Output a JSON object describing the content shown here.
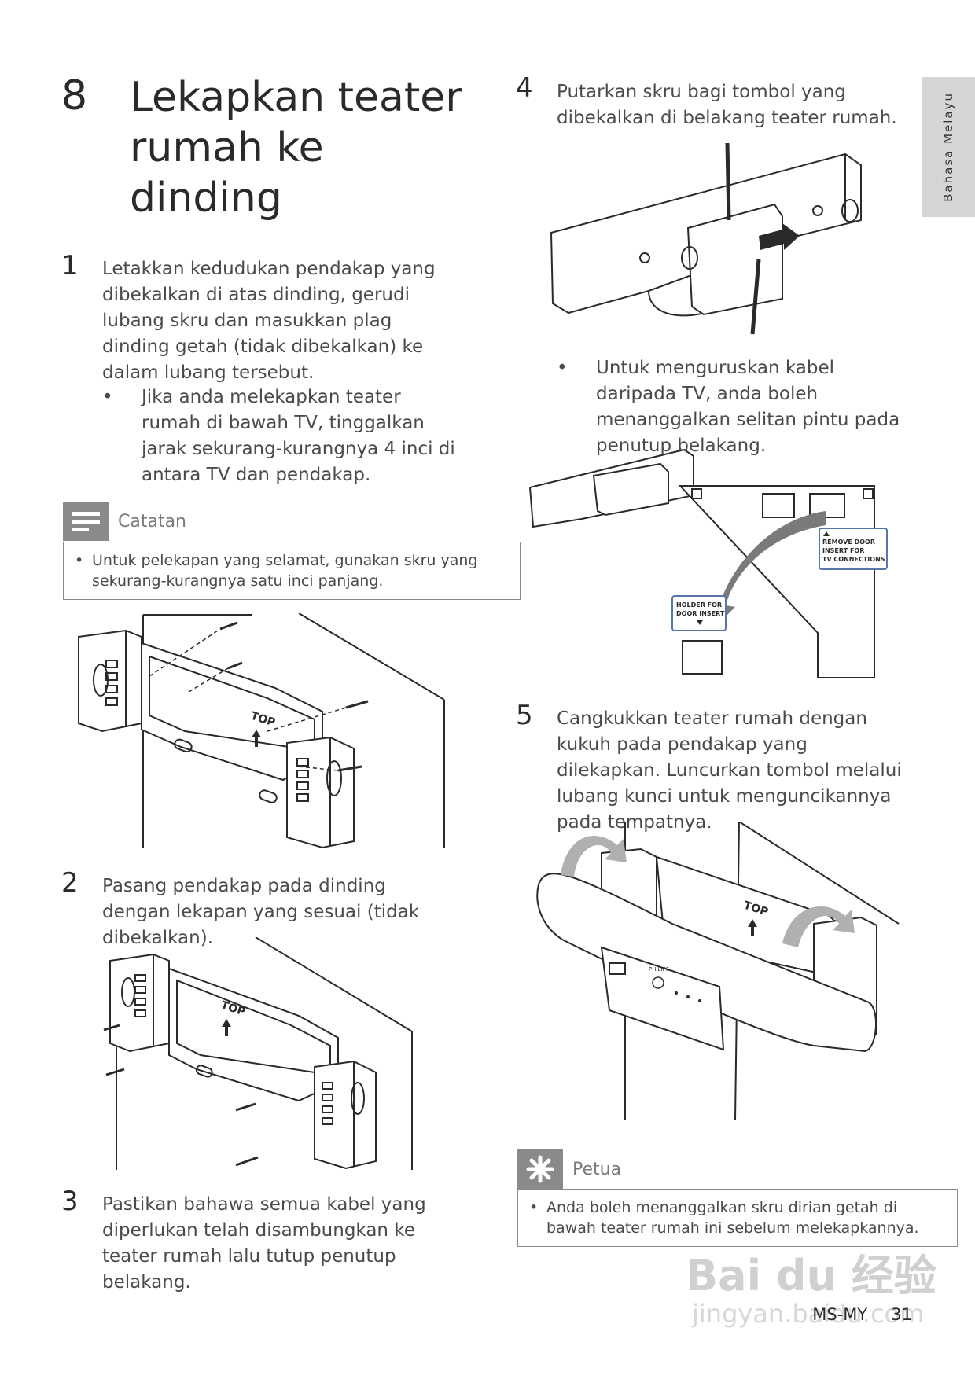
{
  "chapter": {
    "number": "8",
    "title": "Lekapkan teater rumah ke dinding"
  },
  "side_tab": "Bahasa Melayu",
  "steps": [
    {
      "num": "1",
      "text": "Letakkan kedudukan pendakap yang dibekalkan di atas dinding, gerudi lubang skru dan masukkan plag dinding getah (tidak dibekalkan) ke dalam lubang tersebut.",
      "bullet": "Jika anda melekapkan teater rumah di bawah TV, tinggalkan jarak sekurang-kurangnya 4 inci di antara TV dan pendakap."
    },
    {
      "num": "2",
      "text": "Pasang pendakap pada dinding dengan lekapan yang sesuai (tidak dibekalkan)."
    },
    {
      "num": "3",
      "text": "Pastikan bahawa semua kabel yang diperlukan telah disambungkan ke teater rumah lalu tutup penutup belakang."
    },
    {
      "num": "4",
      "text": "Putarkan skru bagi tombol yang dibekalkan di belakang teater rumah.",
      "bullet": "Untuk menguruskan kabel daripada TV, anda boleh menanggalkan selitan pintu pada penutup belakang."
    },
    {
      "num": "5",
      "text": "Cangkukkan teater rumah dengan kukuh pada pendakap yang dilekapkan. Luncurkan tombol melalui lubang kunci untuk menguncikannya pada tempatnya."
    }
  ],
  "note": {
    "label": "Catatan",
    "text": "Untuk pelekapan yang selamat, gunakan skru yang sekurang-kurangnya satu inci panjang."
  },
  "tip": {
    "label": "Petua",
    "text": "Anda boleh menanggalkan skru dirian getah di bawah teater rumah ini sebelum melekapkannya."
  },
  "illustration_labels": {
    "top": "TOP",
    "remove_door": [
      "REMOVE DOOR",
      "INSERT FOR",
      "TV CONNECTIONS"
    ],
    "holder": [
      "HOLDER FOR",
      "DOOR INSERT"
    ],
    "brand": "PHILIPS"
  },
  "footer": {
    "lang_code": "MS-MY",
    "page": "31"
  },
  "watermark": {
    "main": "Bai du 经验",
    "sub": "jingyan.baidu.com"
  }
}
